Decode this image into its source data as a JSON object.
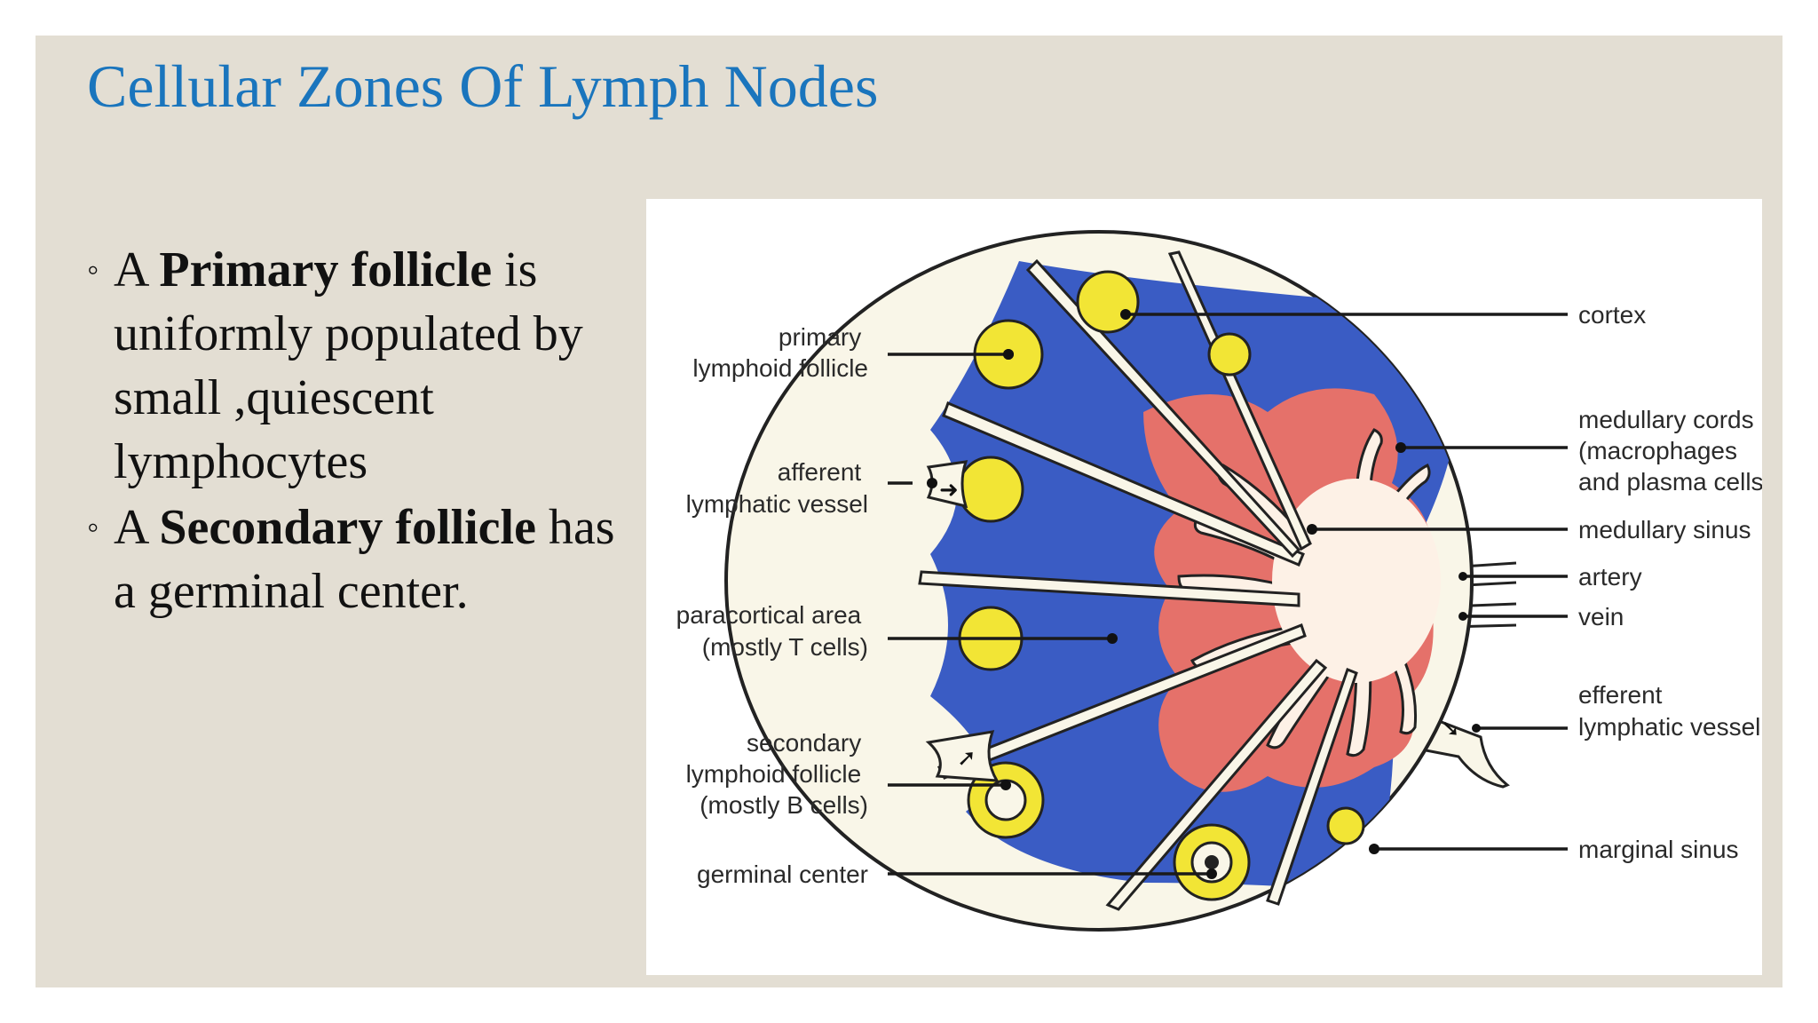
{
  "slide": {
    "title": "Cellular Zones Of Lymph Nodes",
    "bullets": [
      {
        "marker": "◦",
        "pre": "A ",
        "bold": "Primary follicle",
        "post": " is uniformly populated by small ,quiescent lymphocytes"
      },
      {
        "marker": "◦",
        "pre": "A ",
        "bold": "Secondary follicle",
        "post": " has a germinal center."
      }
    ]
  },
  "diagram": {
    "colors": {
      "capsule": "#f9f6e8",
      "follicle": "#f2e535",
      "paracortex": "#3a5cc4",
      "medulla": "#e5716a",
      "sinus": "#fdf1e6",
      "title": "#1a75bd"
    },
    "left_labels": {
      "primary_follicle": [
        "primary",
        "lymphoid follicle"
      ],
      "afferent_vessel": [
        "afferent",
        "lymphatic vessel"
      ],
      "paracortical": [
        "paracortical area",
        "(mostly T cells)"
      ],
      "secondary_follicle": [
        "secondary",
        "lymphoid follicle",
        "(mostly B cells)"
      ],
      "germinal_center": [
        "germinal center"
      ]
    },
    "right_labels": {
      "cortex": [
        "cortex"
      ],
      "medullary_cords": [
        "medullary cords",
        "(macrophages",
        "and plasma cells)"
      ],
      "medullary_sinus": [
        "medullary sinus"
      ],
      "artery": [
        "artery"
      ],
      "vein": [
        "vein"
      ],
      "efferent_vessel": [
        "efferent",
        "lymphatic vessel"
      ],
      "marginal_sinus": [
        "marginal sinus"
      ]
    }
  }
}
